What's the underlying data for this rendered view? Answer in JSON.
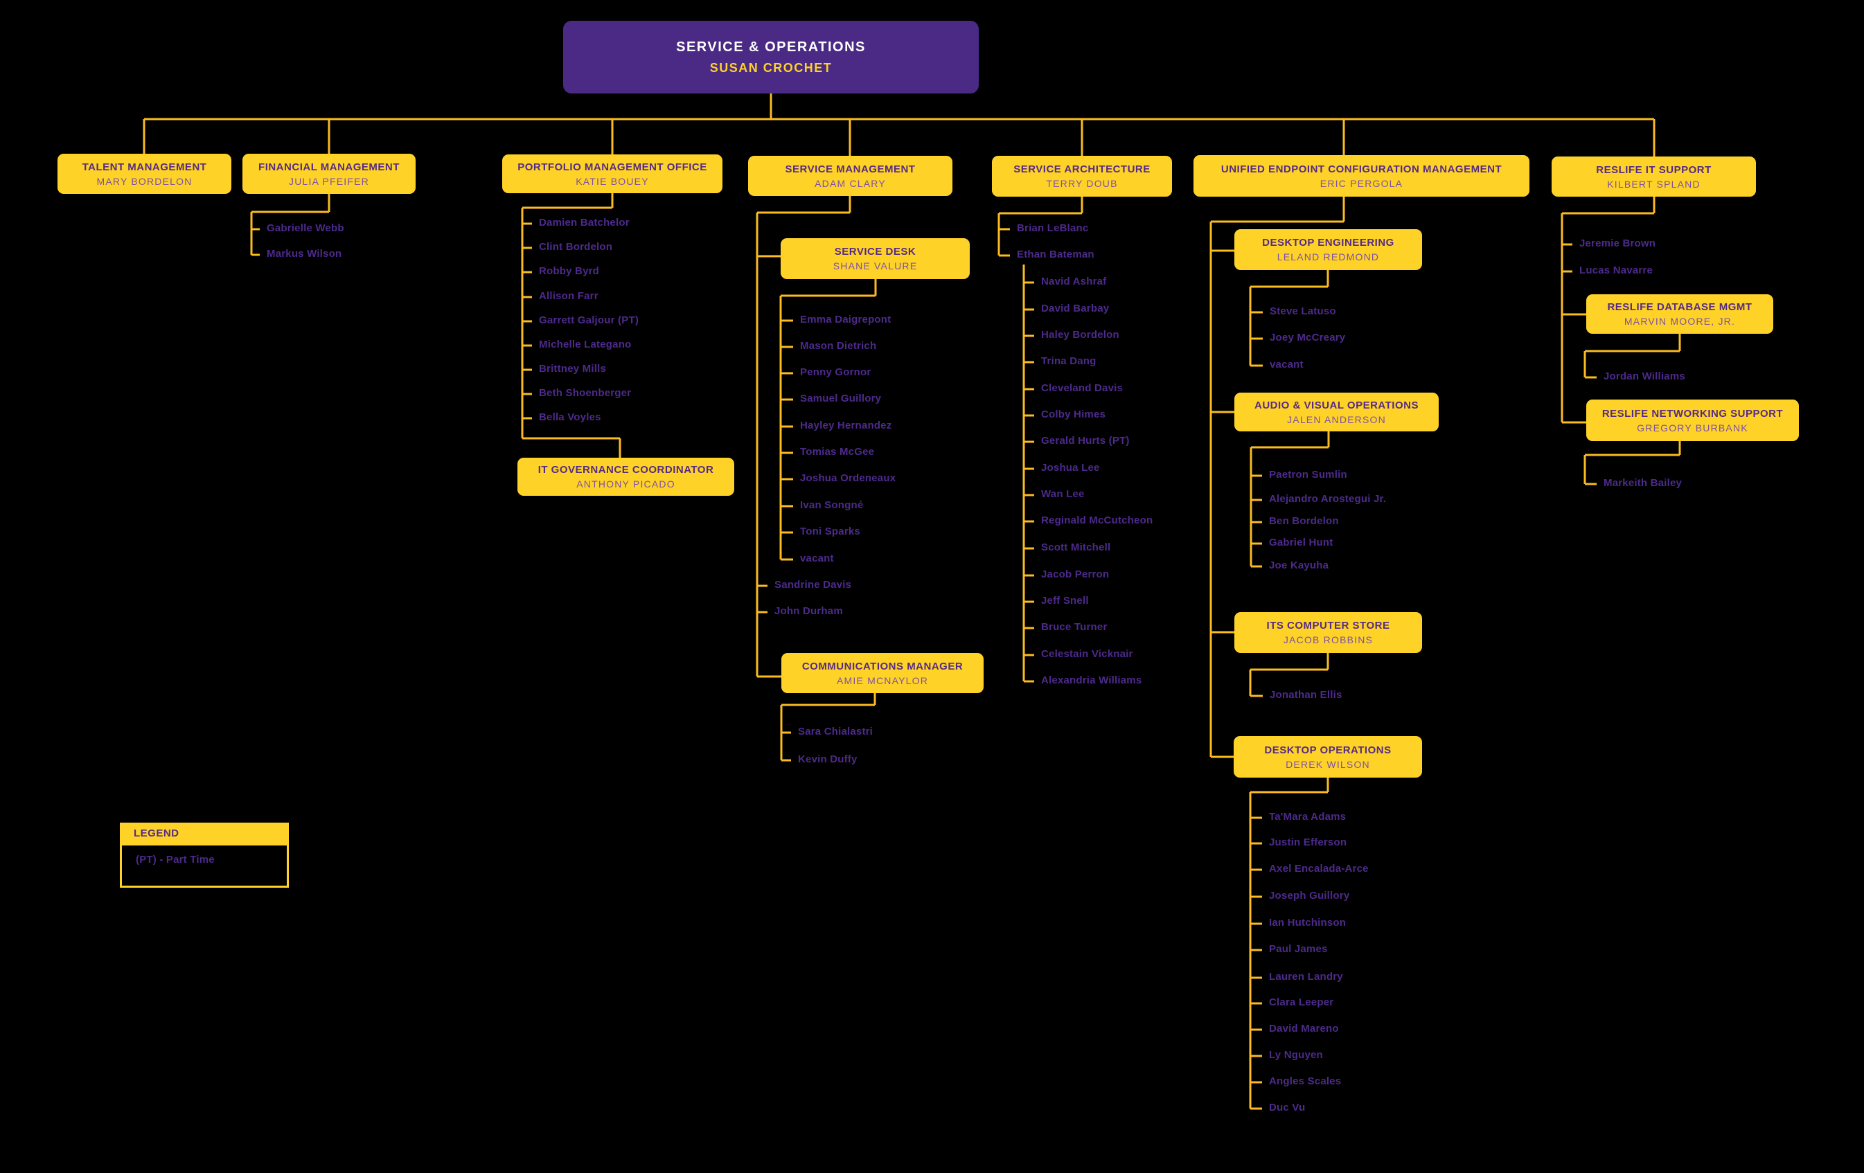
{
  "header": {
    "title": "SERVICE & OPERATIONS",
    "name": "SUSAN CROCHET"
  },
  "boxes": {
    "talent": {
      "title": "TALENT MANAGEMENT",
      "name": "MARY BORDELON"
    },
    "financial": {
      "title": "FINANCIAL MANAGEMENT",
      "name": "JULIA PFEIFER"
    },
    "portfolio": {
      "title": "PORTFOLIO MANAGEMENT OFFICE",
      "name": "KATIE BOUEY"
    },
    "service_mgmt": {
      "title": "SERVICE MANAGEMENT",
      "name": "ADAM CLARY"
    },
    "service_arch": {
      "title": "SERVICE ARCHITECTURE",
      "name": "TERRY DOUB"
    },
    "uecm": {
      "title": "UNIFIED ENDPOINT CONFIGURATION MANAGEMENT",
      "name": "ERIC PERGOLA"
    },
    "reslife": {
      "title": "RESLIFE IT SUPPORT",
      "name": "KILBERT SPLAND"
    },
    "it_gov": {
      "title": "IT GOVERNANCE COORDINATOR",
      "name": "ANTHONY PICADO"
    },
    "service_desk": {
      "title": "SERVICE DESK",
      "name": "SHANE VALURE"
    },
    "comms": {
      "title": "COMMUNICATIONS MANAGER",
      "name": "AMIE MCNAYLOR"
    },
    "desktop_eng": {
      "title": "DESKTOP ENGINEERING",
      "name": "LELAND REDMOND"
    },
    "av_ops": {
      "title": "AUDIO & VISUAL OPERATIONS",
      "name": "JALEN ANDERSON"
    },
    "its_store": {
      "title": "ITS COMPUTER STORE",
      "name": "JACOB ROBBINS"
    },
    "desktop_ops": {
      "title": "DESKTOP OPERATIONS",
      "name": "DEREK WILSON"
    },
    "reslife_db": {
      "title": "RESLIFE DATABASE MGMT",
      "name": "MARVIN MOORE, JR."
    },
    "reslife_net": {
      "title": "RESLIFE NETWORKING SUPPORT",
      "name": "GREGORY BURBANK"
    }
  },
  "lists": {
    "financial": [
      "Gabrielle Webb",
      "Markus Wilson"
    ],
    "portfolio": [
      "Damien Batchelor",
      "Clint Bordelon",
      "Robby Byrd",
      "Allison Farr",
      "Garrett Galjour (PT)",
      "Michelle Lategano",
      "Brittney Mills",
      "Beth Shoenberger",
      "Bella Voyles"
    ],
    "service_desk": [
      "Emma Daigrepont",
      "Mason Dietrich",
      "Penny Gornor",
      "Samuel Guillory",
      "Hayley Hernandez",
      "Tomias McGee",
      "Joshua Ordeneaux",
      "Ivan Songné",
      "Toni Sparks",
      "vacant"
    ],
    "service_mgmt_direct": [
      "Sandrine Davis",
      "John Durham"
    ],
    "comms": [
      "Sara Chialastri",
      "Kevin Duffy"
    ],
    "service_arch_direct": [
      "Brian LeBlanc",
      "Ethan Bateman"
    ],
    "ethan_team": [
      "Navid Ashraf",
      "David Barbay",
      "Haley Bordelon",
      "Trina Dang",
      "Cleveland Davis",
      "Colby Himes",
      "Gerald Hurts (PT)",
      "Joshua Lee",
      "Wan Lee",
      "Reginald McCutcheon",
      "Scott Mitchell",
      "Jacob Perron",
      "Jeff Snell",
      "Bruce Turner",
      "Celestain Vicknair",
      "Alexandria Williams"
    ],
    "desktop_eng": [
      "Steve Latuso",
      "Joey McCreary",
      "vacant"
    ],
    "av_ops": [
      "Paetron Sumlin",
      "Alejandro Arostegui Jr.",
      "Ben Bordelon",
      "Gabriel Hunt",
      "Joe Kayuha"
    ],
    "its_store": [
      "Jonathan Ellis"
    ],
    "desktop_ops": [
      "Ta'Mara Adams",
      "Justin Efferson",
      "Axel Encalada-Arce",
      "Joseph Guillory",
      "Ian Hutchinson",
      "Paul James",
      "Lauren Landry",
      "Clara Leeper",
      "David Mareno",
      "Ly Nguyen",
      "Angles Scales",
      "Duc Vu"
    ],
    "reslife_direct": [
      "Jeremie Brown",
      "Lucas Navarre"
    ],
    "reslife_db": [
      "Jordan Williams"
    ],
    "reslife_net": [
      "Markeith Bailey"
    ]
  },
  "legend": {
    "title": "LEGEND",
    "items": [
      "(PT) - Part Time"
    ]
  },
  "colors": {
    "background": "#000000",
    "purple": "#4A2A85",
    "gold": "#FFD227",
    "line_gold": "#FBBB21",
    "box_title_purple": "#542B84",
    "box_name_purple": "#7C50A8",
    "member_purple": "#4D2A8C",
    "header_title_white": "#FFFFFF"
  }
}
